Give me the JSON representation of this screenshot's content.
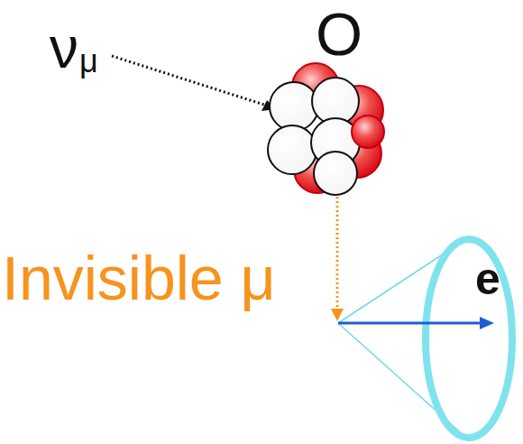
{
  "diagram": {
    "labels": [
      "ν",
      "μ",
      "O",
      "Invisible μ",
      "e"
    ]
  }
}
